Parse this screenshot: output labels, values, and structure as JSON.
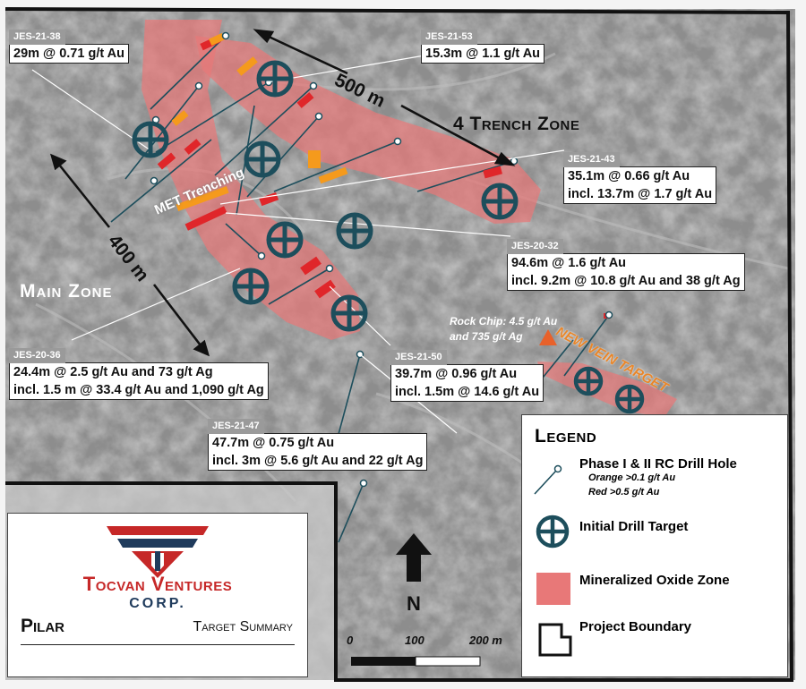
{
  "map_labels": {
    "main_zone": "Main Zone",
    "trench_zone": "4 Trench Zone",
    "met_trenching": "MET Trenching",
    "new_vein_target": "NEW VEIN TARGET",
    "rock_chip_line1": "Rock Chip: 4.5 g/t Au",
    "rock_chip_line2": "and 735 g/t Ag",
    "dist_500": "500 m",
    "dist_400": "400 m",
    "north": "N"
  },
  "scale_bar": {
    "labels": [
      "0",
      "100",
      "200 m"
    ]
  },
  "callouts": [
    {
      "id": "JES-21-38",
      "lines": [
        "29m @ 0.71 g/t Au"
      ]
    },
    {
      "id": "JES-21-53",
      "lines": [
        "15.3m @ 1.1 g/t Au"
      ]
    },
    {
      "id": "JES-21-43",
      "lines": [
        "35.1m @ 0.66 g/t Au",
        "incl. 13.7m @ 1.7 g/t Au"
      ]
    },
    {
      "id": "JES-20-32",
      "lines": [
        "94.6m @ 1.6 g/t Au",
        "incl. 9.2m @ 10.8 g/t Au and 38 g/t Ag"
      ]
    },
    {
      "id": "JES-20-36",
      "lines": [
        "24.4m @ 2.5 g/t Au and 73 g/t Ag",
        "incl. 1.5 m @ 33.4 g/t Au and 1,090 g/t Ag"
      ]
    },
    {
      "id": "JES-21-50",
      "lines": [
        "39.7m @ 0.96 g/t Au",
        "incl. 1.5m @ 14.6 g/t Au"
      ]
    },
    {
      "id": "JES-21-47",
      "lines": [
        "47.7m @ 0.75 g/t Au",
        "incl. 3m @ 5.6 g/t Au and 22 g/t Ag"
      ]
    }
  ],
  "legend": {
    "title": "Legend",
    "items": {
      "drill_hole": "Phase I & II RC Drill Hole",
      "orange": "Orange >0.1 g/t Au",
      "red": "Red >0.5 g/t Au",
      "target": "Initial Drill Target",
      "oxide": "Mineralized Oxide Zone",
      "boundary": "Project Boundary"
    }
  },
  "logo": {
    "company": "Tocvan Ventures",
    "corp": "CORP.",
    "project": "Pilar",
    "subtitle": "Target Summary"
  },
  "colors": {
    "oxide_zone": "#e87878",
    "drill_target": "#1d4e5c",
    "new_vein": "#e8862a",
    "red_intercept": "#e0262a",
    "orange_intercept": "#f59a1c",
    "logo_red": "#c62828",
    "logo_navy": "#1f3b5c"
  }
}
